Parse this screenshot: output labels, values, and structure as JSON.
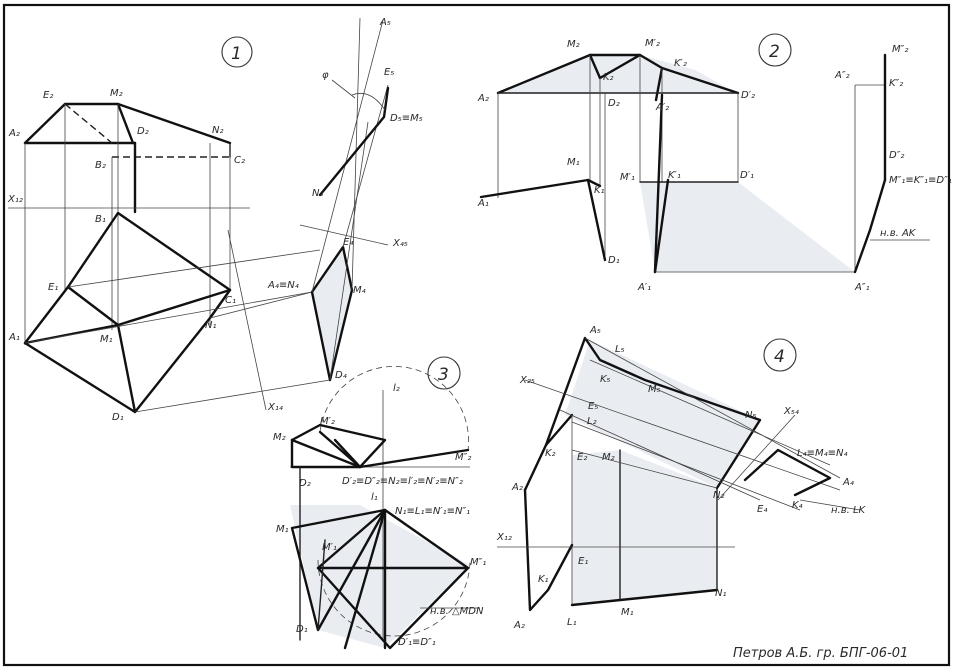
{
  "problems": [
    {
      "number": "1"
    },
    {
      "number": "2"
    },
    {
      "number": "3"
    },
    {
      "number": "4"
    }
  ],
  "labels_p1": [
    "E₂",
    "M₂",
    "A₂",
    "D₂",
    "N₂",
    "B₂",
    "C₂",
    "X₁₂",
    "B₁",
    "E₁",
    "C₁",
    "A₁",
    "M₁",
    "N₁",
    "D₁",
    "X₁₄",
    "A₄≡N₄",
    "M₄",
    "D₄",
    "E₄",
    "X₄₅",
    "N₅",
    "D₅≡M₅",
    "E₅",
    "A₅",
    "φ"
  ],
  "labels_p2": [
    "M₂",
    "M′₂",
    "K₂",
    "K′₂",
    "A₂",
    "D₂",
    "D′₂",
    "A′₂",
    "M₁",
    "K₁",
    "A₁",
    "D₁",
    "M′₁",
    "K′₁",
    "D′₁",
    "A′₁",
    "A″₂",
    "M″₂",
    "K″₂",
    "D″₂",
    "M″₁≡K″₁≡D″₁",
    "A″₁",
    "н.в. AK"
  ],
  "labels_p3": [
    "l₂",
    "M′₂",
    "M₂",
    "M″₂",
    "D₂",
    "D′₂≡D″₂≡N₂≡l′₂≡N′₂≡N″₂",
    "l₁",
    "N₁≡L₁≡N′₁≡N″₁",
    "M₁",
    "M′₁",
    "M″₁",
    "D₁",
    "D′₁≡D″₁",
    "н.в. △MDN"
  ],
  "labels_p4": [
    "A₅",
    "L₅",
    "K₅",
    "E₅",
    "L₂",
    "M₅",
    "X₂₅",
    "N₅",
    "X₅₄",
    "L₄≡M₄≡N₄",
    "A₄",
    "E₄",
    "K₄",
    "н.в. LK",
    "K₂",
    "E₂",
    "M₂",
    "N₂",
    "A₂",
    "X₁₂",
    "E₁",
    "K₁",
    "M₁",
    "N₁",
    "A₂",
    "L₁"
  ],
  "signature": "Петров А.Б.   гр. БПГ-06-01"
}
